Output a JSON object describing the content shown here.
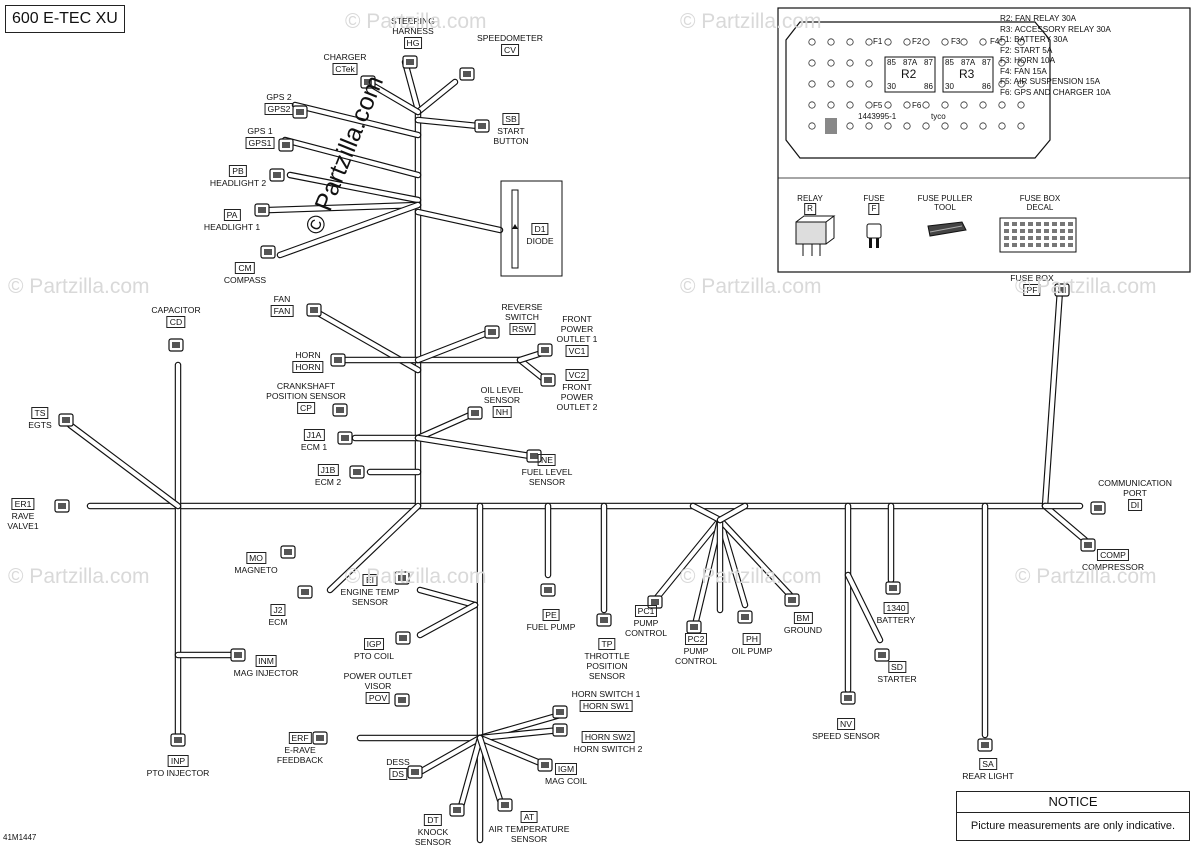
{
  "title": "600 E-TEC XU",
  "drawing_code": "41M1447",
  "watermark": "© Partzilla.com",
  "watermark_small": "© Partzilla.com",
  "notice": {
    "heading": "NOTICE",
    "text": "Picture measurements are only indicative."
  },
  "fuse_box_legend": [
    "R2: FAN RELAY 30A",
    "R3: ACCESSORY RELAY 30A",
    "F1: BATTERY 30A",
    "F2: START 5A",
    "F3: HORN 10A",
    "F4: FAN 15A",
    "F5: AIR SUSPENSION 15A",
    "F6: GPS AND CHARGER 10A"
  ],
  "fuse_box_marks": {
    "f1": "F1",
    "f2": "F2",
    "f3": "F3",
    "f4": "F4",
    "f5": "F5",
    "f6": "F6",
    "r2": "R2",
    "r3": "R3",
    "p85": "85",
    "p87a": "87A",
    "p87": "87",
    "p30": "30",
    "p86": "86",
    "part": "1443995-1",
    "brand": "tyco"
  },
  "parts_box": [
    {
      "id": "relay",
      "label": "RELAY",
      "code": "R"
    },
    {
      "id": "fuse",
      "label": "FUSE",
      "code": "F"
    },
    {
      "id": "puller",
      "label": "FUSE PULLER\nTOOL",
      "code": ""
    },
    {
      "id": "decal",
      "label": "FUSE BOX\nDECAL",
      "code": ""
    }
  ],
  "connectors": {
    "hg": {
      "label": "STEERING\nHARNESS",
      "code": "HG"
    },
    "cv": {
      "label": "SPEEDOMETER",
      "code": "CV"
    },
    "ctek": {
      "label": "CHARGER",
      "code": "CTek"
    },
    "gps2": {
      "label": "GPS 2",
      "code": "GPS2"
    },
    "sb": {
      "label": "START\nBUTTON",
      "code": "SB",
      "code_first": true
    },
    "gps1": {
      "label": "GPS 1",
      "code": "GPS1"
    },
    "pb": {
      "label": "HEADLIGHT 2",
      "code": "PB",
      "code_first": true
    },
    "pa": {
      "label": "HEADLIGHT 1",
      "code": "PA",
      "code_first": true
    },
    "cm": {
      "label": "COMPASS",
      "code": "CM",
      "code_first": true
    },
    "d1": {
      "label": "DIODE",
      "code": "D1",
      "code_first": true
    },
    "cd": {
      "label": "CAPACITOR",
      "code": "CD"
    },
    "fan": {
      "label": "FAN",
      "code": "FAN"
    },
    "rsw": {
      "label": "REVERSE\nSWITCH",
      "code": "RSW"
    },
    "vc1": {
      "label": "FRONT\nPOWER\nOUTLET 1",
      "code": "VC1"
    },
    "horn": {
      "label": "HORN",
      "code": "HORN"
    },
    "vc2": {
      "label": "FRONT\nPOWER\nOUTLET 2",
      "code": "VC2",
      "code_first": true
    },
    "cp": {
      "label": "CRANKSHAFT\nPOSITION SENSOR",
      "code": "CP"
    },
    "nh": {
      "label": "OIL LEVEL\nSENSOR",
      "code": "NH"
    },
    "ts": {
      "label": "EGTS",
      "code": "TS",
      "code_first": true
    },
    "j1a": {
      "label": "ECM 1",
      "code": "J1A",
      "code_first": true
    },
    "ne": {
      "label": "FUEL LEVEL\nSENSOR",
      "code": "NE",
      "code_first": true
    },
    "j1b": {
      "label": "ECM 2",
      "code": "J1B",
      "code_first": true
    },
    "er1": {
      "label": "RAVE\nVALVE1",
      "code": "ER1",
      "code_first": true
    },
    "pf": {
      "label": "FUSE BOX",
      "code": "PF"
    },
    "di": {
      "label": "COMMUNICATION\nPORT",
      "code": "DI"
    },
    "comp": {
      "label": "COMPRESSOR",
      "code": "COMP",
      "code_first": true
    },
    "mo": {
      "label": "MAGNETO",
      "code": "MO",
      "code_first": true
    },
    "j2": {
      "label": "ECM",
      "code": "J2",
      "code_first": true
    },
    "ei": {
      "label": "ENGINE TEMP\nSENSOR",
      "code": "EI",
      "code_first": true
    },
    "pe": {
      "label": "FUEL PUMP",
      "code": "PE",
      "code_first": true
    },
    "tp": {
      "label": "THROTTLE\nPOSITION\nSENSOR",
      "code": "TP",
      "code_first": true
    },
    "pc1": {
      "label": "PUMP\nCONTROL",
      "code": "PC1",
      "code_first": true
    },
    "pc2": {
      "label": "PUMP\nCONTROL",
      "code": "PC2",
      "code_first": true
    },
    "ph": {
      "label": "OIL PUMP",
      "code": "PH",
      "code_first": true
    },
    "bm": {
      "label": "GROUND",
      "code": "BM",
      "code_first": true
    },
    "b1340": {
      "label": "BATTERY",
      "code": "1340",
      "code_first": true
    },
    "igp": {
      "label": "PTO COIL",
      "code": "IGP",
      "code_first": true
    },
    "sd": {
      "label": "STARTER",
      "code": "SD",
      "code_first": true
    },
    "inm": {
      "label": "MAG INJECTOR",
      "code": "INM",
      "code_first": true
    },
    "pov": {
      "label": "POWER OUTLET\nVISOR",
      "code": "POV"
    },
    "sw1": {
      "label": "HORN SWITCH 1",
      "code": "HORN SW1"
    },
    "nv": {
      "label": "SPEED SENSOR",
      "code": "NV",
      "code_first": true
    },
    "erf": {
      "label": "E-RAVE\nFEEDBACK",
      "code": "ERF",
      "code_first": true
    },
    "sw2": {
      "label": "HORN SWITCH 2",
      "code": "HORN SW2",
      "code_first": true
    },
    "inp": {
      "label": "PTO INJECTOR",
      "code": "INP",
      "code_first": true
    },
    "ds": {
      "label": "DESS",
      "code": "DS"
    },
    "igm": {
      "label": "MAG COIL",
      "code": "IGM",
      "code_first": true
    },
    "sa": {
      "label": "REAR LIGHT",
      "code": "SA",
      "code_first": true
    },
    "dt": {
      "label": "KNOCK\nSENSOR",
      "code": "DT",
      "code_first": true
    },
    "at": {
      "label": "AIR TEMPERATURE\nSENSOR",
      "code": "AT",
      "code_first": true
    }
  }
}
